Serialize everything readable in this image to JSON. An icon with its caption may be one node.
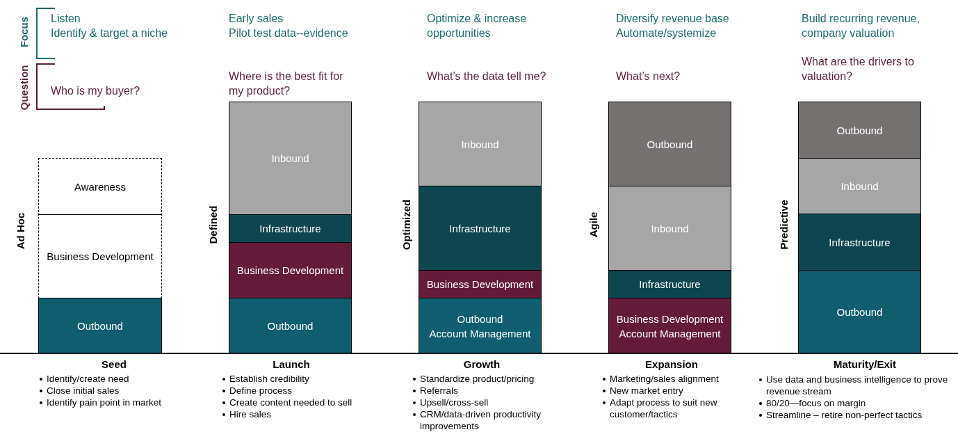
{
  "diagram": {
    "nodes": [
      {
        "text": [],
        "shape": "bar",
        "beside": [
          "Ad Hoc",
          "Seed"
        ]
      },
      {
        "text": [
          "Awareness"
        ],
        "in": 0
      },
      {
        "text": [
          "Business Development"
        ],
        "in": 0
      },
      {
        "text": [
          "Outbound"
        ],
        "in": 0
      },
      {
        "text": [],
        "shape": "bar",
        "beside": [
          "Defined",
          "Launch"
        ]
      },
      {
        "text": [
          "Inbound"
        ],
        "in": 4
      },
      {
        "text": [
          "Infrastructure"
        ],
        "in": 4
      },
      {
        "text": [
          "Business Development"
        ],
        "in": 4
      },
      {
        "text": [
          "Outbound"
        ],
        "in": 4
      },
      {
        "text": [],
        "shape": "bar",
        "beside": [
          "Optimized",
          "Growth"
        ]
      },
      {
        "text": [
          "Inbound"
        ],
        "in": 9
      },
      {
        "text": [
          "Infrastructure"
        ],
        "in": 9
      },
      {
        "text": [
          "Business Development"
        ],
        "in": 9
      },
      {
        "text": [
          "Outbound",
          "Account Management"
        ],
        "in": 9
      },
      {
        "text": [],
        "shape": "bar",
        "beside": [
          "Agile",
          "Expansion"
        ]
      },
      {
        "text": [
          "Outbound"
        ],
        "in": 14
      },
      {
        "text": [
          "Inbound"
        ],
        "in": 14
      },
      {
        "text": [
          "Infrastructure"
        ],
        "in": 14
      },
      {
        "text": [
          "Business Development",
          "Account Management"
        ],
        "in": 14
      },
      {
        "text": [],
        "shape": "bar",
        "beside": [
          "Predictive",
          "Maturity/Exit"
        ]
      },
      {
        "text": [
          "Outbound"
        ],
        "in": 19
      },
      {
        "text": [
          "Inbound"
        ],
        "in": 19
      },
      {
        "text": [
          "Infrastructure"
        ],
        "in": 19
      },
      {
        "text": [
          "Outbound"
        ],
        "in": 19
      }
    ],
    "labels": [
      "Focus",
      "Listen",
      "Identify & target a niche",
      "Early sales",
      "Pilot test data--evidence",
      "Optimize & increase opportunities",
      "Diversify revenue base",
      "Automate/systemize",
      "Build recurring revenue, company valuation",
      "Question",
      "Who is my buyer?",
      "Where is the best fit for my product?",
      "What’s the data tell me?",
      "What’s next?",
      "What are the drivers to valuation?",
      "Identify/create need",
      "Close initial sales",
      "Identify pain point in market",
      "Establish credibility",
      "Define process",
      "Create content needed to sell",
      "Hire sales",
      "Standardize product/pricing",
      "Referrals",
      "Upsell/cross-sell",
      "CRM/data-driven productivity improvements",
      "Marketing/sales alignment",
      "New market entry",
      "Adapt process to suit new customer/tactics",
      "Use data and business intelligence to prove revenue stream",
      "80/20—focus on margin",
      "Streamline – retire non-perfect tactics"
    ]
  }
}
